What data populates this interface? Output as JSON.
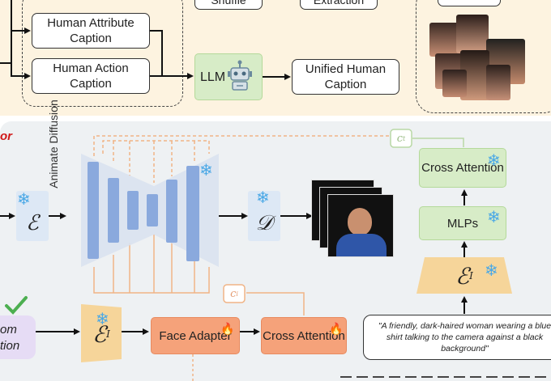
{
  "top": {
    "shuffle_label": "Shuffle",
    "extraction_label": "Extraction",
    "attribute_caption": "Human Attribute Caption",
    "action_caption": "Human Action Caption",
    "llm_label": "LLM",
    "unified_caption": "Unified Human Caption"
  },
  "bottom": {
    "section_label_fragment": "or",
    "animate_diffusion_label": "Animate Diffusion",
    "encoder_symbol": "ℰ",
    "decoder_symbol": "𝒟",
    "image_encoder_symbol": "ℰ",
    "image_encoder_subscript": "I",
    "cross_attention_right": "Cross Attention",
    "mlps_label": "MLPs",
    "face_adapter_label": "Face Adapter",
    "cross_attention_bottom": "Cross Attention",
    "c_t_label": "c",
    "c_t_sub": "t",
    "c_i_label": "c",
    "c_i_sub": "i",
    "left_partial_line1": "om",
    "left_partial_line2": "tion",
    "prompt_text": "\"A friendly, dark-haired woman wearing a blue shirt talking to the camera against a black background\""
  },
  "colors": {
    "frozen_icon": "#4aa8e6",
    "trainable_icon": "#e2552a",
    "green_block": "#d7ecc7",
    "orange_block": "#f5a27a",
    "unet_blue": "#8aa9dd",
    "check": "#4caf50"
  },
  "icons": [
    "robot-icon",
    "snowflake-icon",
    "flame-icon",
    "checkmark-icon",
    "face-photo"
  ]
}
